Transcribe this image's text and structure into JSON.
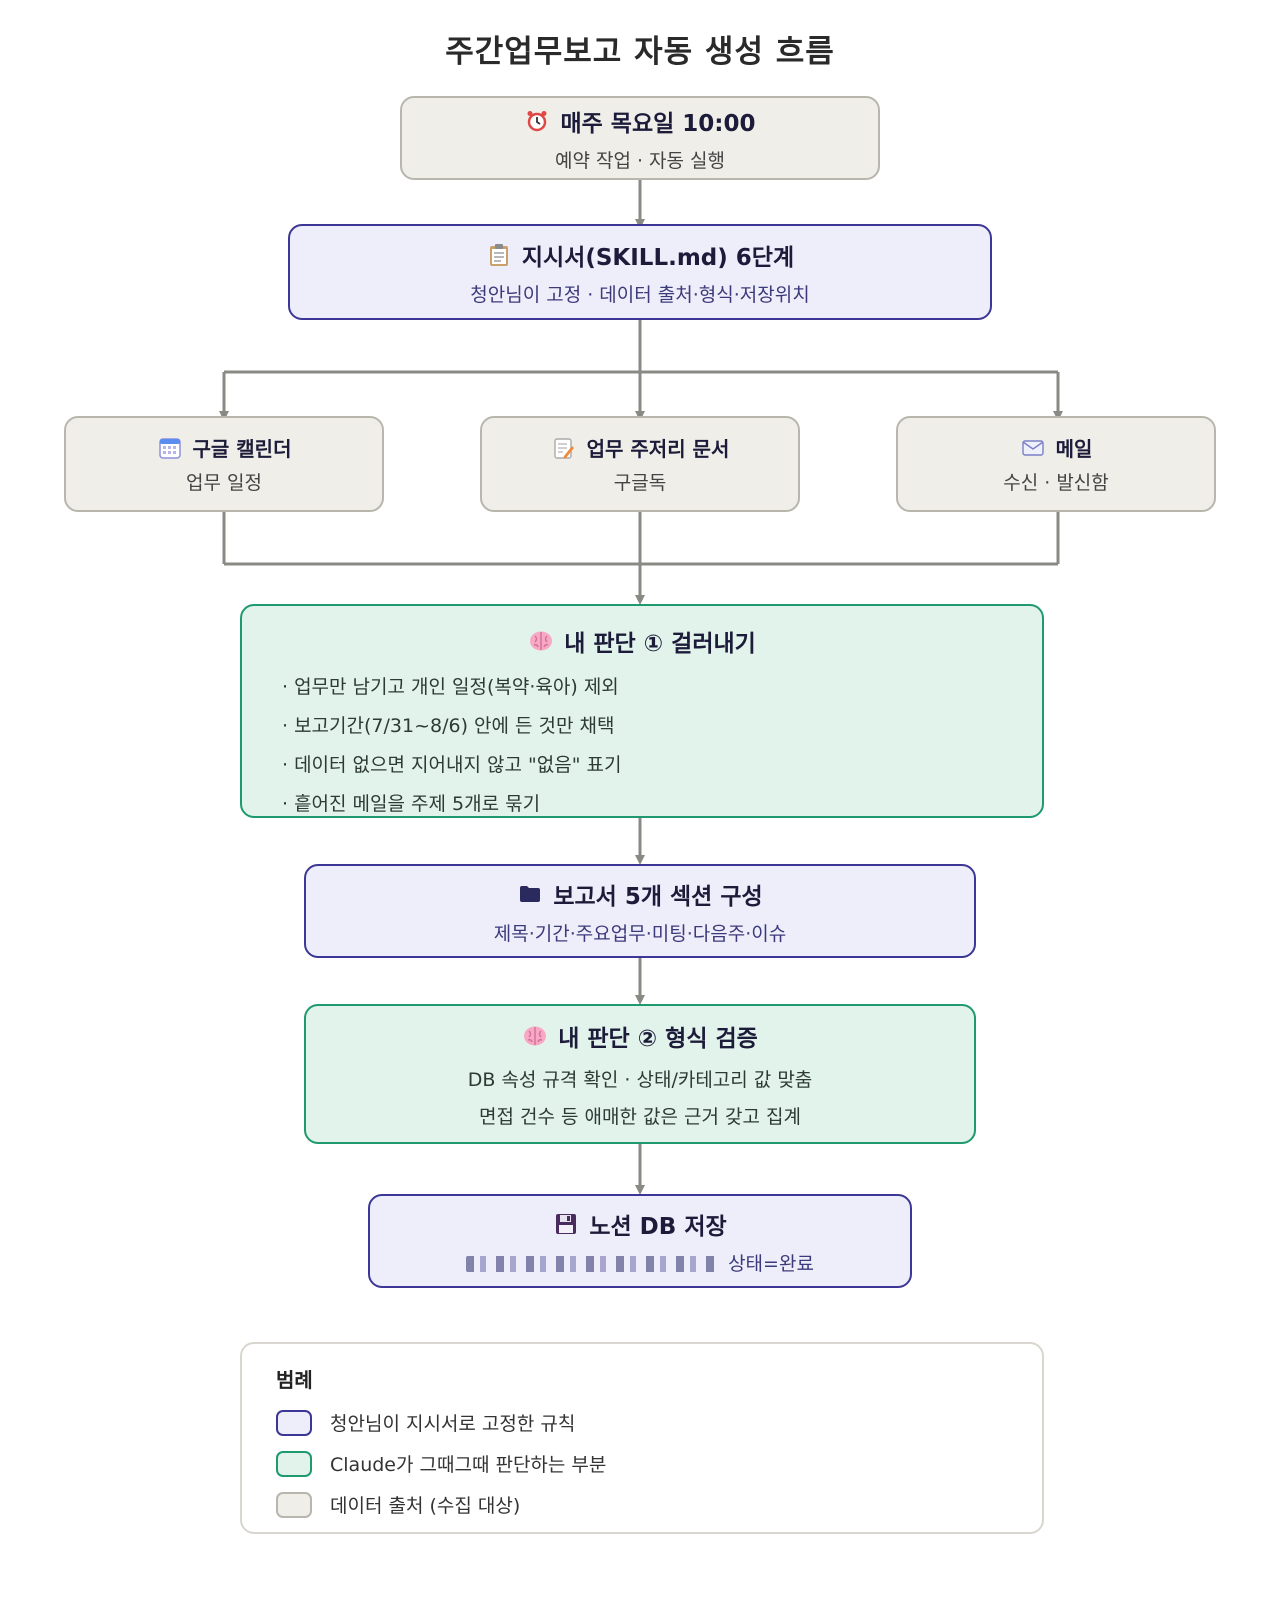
{
  "title": "주간업무보고 자동 생성 흐름",
  "colors": {
    "rule_fill": "#eeeefb",
    "rule_border": "#3c3796",
    "judge_fill": "#e2f3ec",
    "judge_border": "#1f9a70",
    "data_fill": "#f0eee8",
    "data_border": "#b9b6ad",
    "connector": "#8a8a84"
  },
  "nodes": {
    "schedule": {
      "icon": "alarm-clock-icon",
      "title": "매주 목요일 10:00",
      "sub": "예약 작업 · 자동 실행"
    },
    "skill": {
      "icon": "clipboard-icon",
      "title": "지시서(SKILL.md) 6단계",
      "sub": "청안님이 고정 · 데이터 출처·형식·저장위치"
    },
    "calendar": {
      "icon": "calendar-icon",
      "title": "구글 캘린더",
      "sub": "업무 일정"
    },
    "docs": {
      "icon": "memo-icon",
      "title": "업무 주저리 문서",
      "sub": "구글독"
    },
    "mail": {
      "icon": "mail-icon",
      "title": "메일",
      "sub": "수신 · 발신함"
    },
    "filter": {
      "icon": "brain-icon",
      "title": "내 판단 ① 걸러내기",
      "bullets": [
        "· 업무만 남기고 개인 일정(복약·육아) 제외",
        "· 보고기간(7/31~8/6) 안에 든 것만 채택",
        "· 데이터 없으면 지어내지 않고 \"없음\" 표기",
        "· 흩어진 메일을 주제 5개로 묶기"
      ]
    },
    "compose": {
      "icon": "folder-icon",
      "title": "보고서 5개 섹션 구성",
      "sub": "제목·기간·주요업무·미팅·다음주·이슈"
    },
    "verify": {
      "icon": "brain-icon",
      "title": "내 판단 ② 형식 검증",
      "lines": [
        "DB 속성 규격 확인 · 상태/카테고리 값 맞춤",
        "면접 건수 등 애매한 값은 근거 갖고 집계"
      ]
    },
    "save": {
      "icon": "floppy-disk-icon",
      "title": "노션 DB 저장",
      "sub": "상태=완료"
    }
  },
  "legend": {
    "title": "범례",
    "items": [
      {
        "kind": "rule",
        "label": "청안님이 지시서로 고정한 규칙"
      },
      {
        "kind": "judge",
        "label": "Claude가 그때그때 판단하는 부분"
      },
      {
        "kind": "data",
        "label": "데이터 출처 (수집 대상)"
      }
    ]
  }
}
